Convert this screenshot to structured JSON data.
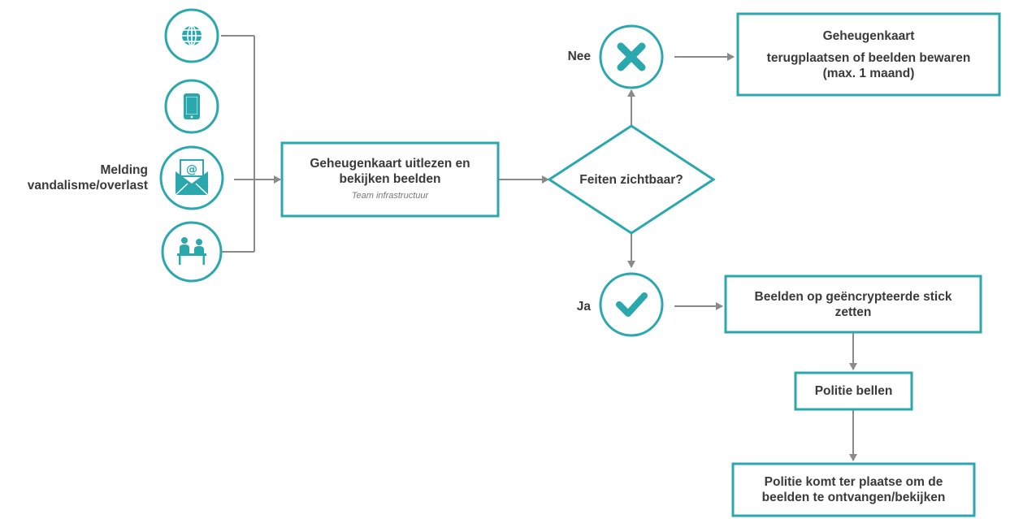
{
  "colors": {
    "accent": "#2aa8ad",
    "arrow": "#8a8a8a",
    "text": "#3a3a3a"
  },
  "source": {
    "label": "Melding vandalisme/overlast",
    "channels": [
      {
        "icon": "globe-icon"
      },
      {
        "icon": "tablet-icon"
      },
      {
        "icon": "email-envelope-icon"
      },
      {
        "icon": "people-desk-icon"
      }
    ]
  },
  "process": {
    "title": "Geheugenkaart uitlezen en bekijken beelden",
    "team": "Team infrastructuur"
  },
  "decision": {
    "question": "Feiten zichtbaar?",
    "no_label": "Nee",
    "yes_label": "Ja",
    "no_icon": "cross-icon",
    "yes_icon": "checkmark-icon"
  },
  "no_branch": {
    "line1": "Geheugenkaart",
    "line2": "terugplaatsen of beelden bewaren",
    "line3": "(max. 1 maand)"
  },
  "yes_branch": {
    "step1": "Beelden op geëncrypteerde stick zetten",
    "step2": "Politie bellen",
    "step3": "Politie komt ter plaatse om de beelden te ontvangen/bekijken"
  }
}
